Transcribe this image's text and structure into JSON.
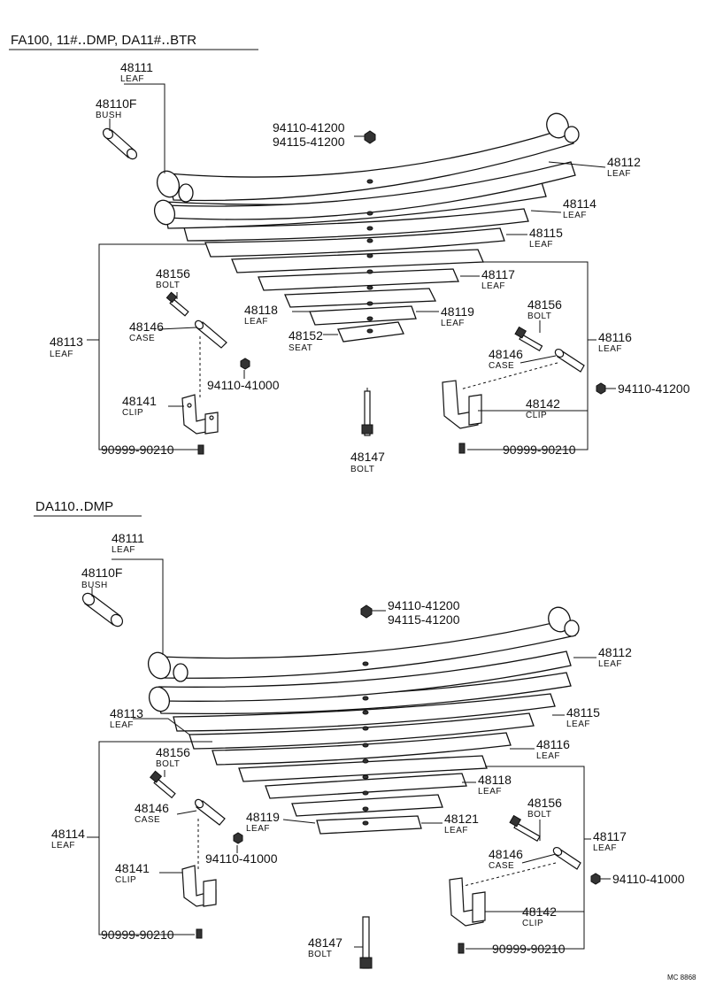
{
  "diagrams": [
    {
      "title": "FA100, 11#‥DMP, DA11#‥BTR",
      "labels": {
        "l48111": {
          "num": "48111",
          "name": "LEAF"
        },
        "l48110f": {
          "num": "48110F",
          "name": "BUSH"
        },
        "nut_top": {
          "num1": "94110-41200",
          "num2": "94115-41200"
        },
        "l48112": {
          "num": "48112",
          "name": "LEAF"
        },
        "l48114": {
          "num": "48114",
          "name": "LEAF"
        },
        "l48115": {
          "num": "48115",
          "name": "LEAF"
        },
        "l48117": {
          "num": "48117",
          "name": "LEAF"
        },
        "l48119": {
          "num": "48119",
          "name": "LEAF"
        },
        "l48118": {
          "num": "48118",
          "name": "LEAF"
        },
        "l48152": {
          "num": "48152",
          "name": "SEAT"
        },
        "l48113": {
          "num": "48113",
          "name": "LEAF"
        },
        "l48116": {
          "num": "48116",
          "name": "LEAF"
        },
        "bolt_l": {
          "num": "48156",
          "name": "BOLT"
        },
        "case_l": {
          "num": "48146",
          "name": "CASE"
        },
        "nut_l": {
          "num": "94110-41000"
        },
        "clip_l": {
          "num": "48141",
          "name": "CLIP"
        },
        "screw_l": {
          "num": "90999-90210"
        },
        "bolt_c": {
          "num": "48147",
          "name": "BOLT"
        },
        "bolt_r": {
          "num": "48156",
          "name": "BOLT"
        },
        "case_r": {
          "num": "48146",
          "name": "CASE"
        },
        "nut_r": {
          "num": "94110-41200"
        },
        "clip_r": {
          "num": "48142",
          "name": "CLIP"
        },
        "screw_r": {
          "num": "90999-90210"
        }
      }
    },
    {
      "title": "DA110‥DMP",
      "labels": {
        "l48111": {
          "num": "48111",
          "name": "LEAF"
        },
        "l48110f": {
          "num": "48110F",
          "name": "BUSH"
        },
        "nut_top": {
          "num1": "94110-41200",
          "num2": "94115-41200"
        },
        "l48112": {
          "num": "48112",
          "name": "LEAF"
        },
        "l48113": {
          "num": "48113",
          "name": "LEAF"
        },
        "l48115": {
          "num": "48115",
          "name": "LEAF"
        },
        "l48116": {
          "num": "48116",
          "name": "LEAF"
        },
        "l48118": {
          "num": "48118",
          "name": "LEAF"
        },
        "l48119": {
          "num": "48119",
          "name": "LEAF"
        },
        "l48121": {
          "num": "48121",
          "name": "LEAF"
        },
        "l48114": {
          "num": "48114",
          "name": "LEAF"
        },
        "l48117": {
          "num": "48117",
          "name": "LEAF"
        },
        "bolt_l": {
          "num": "48156",
          "name": "BOLT"
        },
        "case_l": {
          "num": "48146",
          "name": "CASE"
        },
        "nut_l": {
          "num": "94110-41000"
        },
        "clip_l": {
          "num": "48141",
          "name": "CLIP"
        },
        "screw_l": {
          "num": "90999-90210"
        },
        "bolt_c": {
          "num": "48147",
          "name": "BOLT"
        },
        "bolt_r": {
          "num": "48156",
          "name": "BOLT"
        },
        "case_r": {
          "num": "48146",
          "name": "CASE"
        },
        "nut_r": {
          "num": "94110-41000"
        },
        "clip_r": {
          "num": "48142",
          "name": "CLIP"
        },
        "screw_r": {
          "num": "90999-90210"
        }
      }
    }
  ],
  "footer": "MC 8868"
}
